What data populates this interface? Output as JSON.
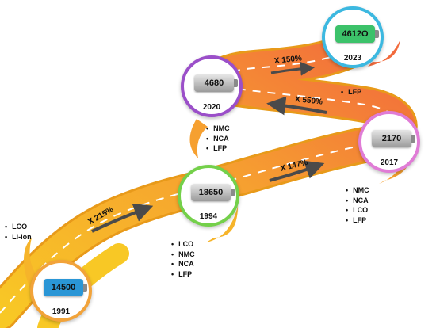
{
  "milestones": [
    {
      "cell": "14500",
      "year": "1991",
      "ring": "#f2a33a",
      "cell_color": "#2a96d6"
    },
    {
      "cell": "18650",
      "year": "1994",
      "ring": "#74d04a",
      "cell_color": "#c9c9c9"
    },
    {
      "cell": "2170",
      "year": "2017",
      "ring": "#e07cd6",
      "cell_color": "#c9c9c9"
    },
    {
      "cell": "4680",
      "year": "2020",
      "ring": "#9b4fc9",
      "cell_color": "#c9c9c9"
    },
    {
      "cell": "4612O",
      "year": "2023",
      "ring": "#3cb8e0",
      "cell_color": "#3cc26a"
    }
  ],
  "chemistries": {
    "m1991": [
      "LCO",
      "Li-ion"
    ],
    "m1994": [
      "LCO",
      "NMC",
      "NCA",
      "LFP"
    ],
    "m2017": [
      "NMC",
      "NCA",
      "LCO",
      "LFP"
    ],
    "m2020": [
      "NMC",
      "NCA",
      "LFP"
    ],
    "m2023": [
      "LFP"
    ]
  },
  "multipliers": {
    "x215": "X 215%",
    "x147": "X 147%",
    "x550": "X 550%",
    "x150": "X 150%"
  },
  "colors": {
    "road_start": "#f8c825",
    "road_end": "#f26a3c",
    "arrow": "#4a4a4a"
  }
}
